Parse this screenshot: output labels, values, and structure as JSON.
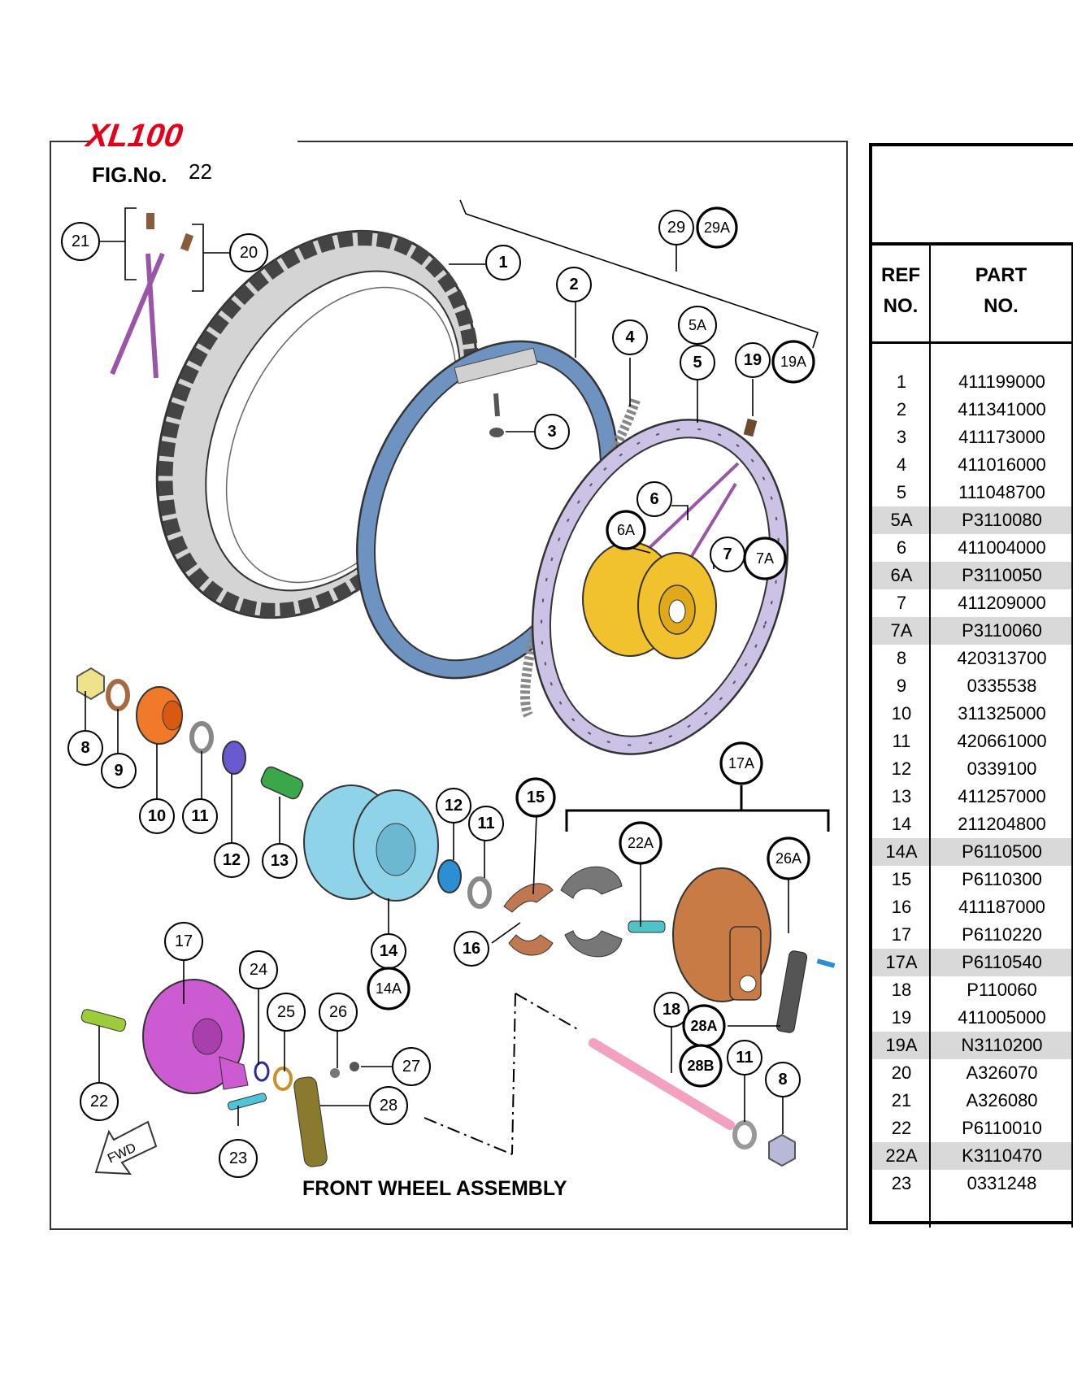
{
  "brand": {
    "logo_text": "XL100",
    "logo_color": "#e3001b"
  },
  "figure": {
    "label": "FIG.No.",
    "number": "22",
    "caption": "FRONT WHEEL ASSEMBLY",
    "fwd_label": "FWD"
  },
  "colors": {
    "tire": "#d4d4d4",
    "tube": "#6f93c0",
    "rim": "#cbc2e6",
    "hub": "#f2c12e",
    "brake_hub": "#8fd3e8",
    "brake_panel": "#c87b45",
    "backplate": "#cc5ad0",
    "axle": "#f2a1c0",
    "spoke": "#9a56a6",
    "cam": "#9ccc3c",
    "arm": "#8a7a2e"
  },
  "callouts": [
    "1",
    "2",
    "3",
    "4",
    "5",
    "5A",
    "6",
    "6A",
    "7",
    "7A",
    "8",
    "8",
    "9",
    "10",
    "11",
    "11",
    "11",
    "12",
    "12",
    "13",
    "14",
    "14A",
    "15",
    "16",
    "17",
    "17A",
    "18",
    "19",
    "19A",
    "20",
    "21",
    "22",
    "22A",
    "23",
    "24",
    "25",
    "26",
    "26A",
    "27",
    "28",
    "28A",
    "28B",
    "29",
    "29A"
  ],
  "table": {
    "col_ref_line1": "REF",
    "col_ref_line2": "NO.",
    "col_part_line1": "PART",
    "col_part_line2": "NO.",
    "rows": [
      {
        "ref": "1",
        "part": "411199000",
        "shade": false
      },
      {
        "ref": "2",
        "part": "411341000",
        "shade": false
      },
      {
        "ref": "3",
        "part": "411173000",
        "shade": false
      },
      {
        "ref": "4",
        "part": "411016000",
        "shade": false
      },
      {
        "ref": "5",
        "part": "111048700",
        "shade": false
      },
      {
        "ref": "5A",
        "part": "P3110080",
        "shade": true
      },
      {
        "ref": "6",
        "part": "411004000",
        "shade": false
      },
      {
        "ref": "6A",
        "part": "P3110050",
        "shade": true
      },
      {
        "ref": "7",
        "part": "411209000",
        "shade": false
      },
      {
        "ref": "7A",
        "part": "P3110060",
        "shade": true
      },
      {
        "ref": "8",
        "part": "420313700",
        "shade": false
      },
      {
        "ref": "9",
        "part": "0335538",
        "shade": false
      },
      {
        "ref": "10",
        "part": "311325000",
        "shade": false
      },
      {
        "ref": "11",
        "part": "420661000",
        "shade": false
      },
      {
        "ref": "12",
        "part": "0339100",
        "shade": false
      },
      {
        "ref": "13",
        "part": "411257000",
        "shade": false
      },
      {
        "ref": "14",
        "part": "211204800",
        "shade": false
      },
      {
        "ref": "14A",
        "part": "P6110500",
        "shade": true
      },
      {
        "ref": "15",
        "part": "P6110300",
        "shade": false
      },
      {
        "ref": "16",
        "part": "411187000",
        "shade": false
      },
      {
        "ref": "17",
        "part": "P6110220",
        "shade": false
      },
      {
        "ref": "17A",
        "part": "P6110540",
        "shade": true
      },
      {
        "ref": "18",
        "part": "P110060",
        "shade": false
      },
      {
        "ref": "19",
        "part": "411005000",
        "shade": false
      },
      {
        "ref": "19A",
        "part": "N3110200",
        "shade": true
      },
      {
        "ref": "20",
        "part": "A326070",
        "shade": false
      },
      {
        "ref": "21",
        "part": "A326080",
        "shade": false
      },
      {
        "ref": "22",
        "part": "P6110010",
        "shade": false
      },
      {
        "ref": "22A",
        "part": "K3110470",
        "shade": true
      },
      {
        "ref": "23",
        "part": "0331248",
        "shade": false
      }
    ]
  }
}
